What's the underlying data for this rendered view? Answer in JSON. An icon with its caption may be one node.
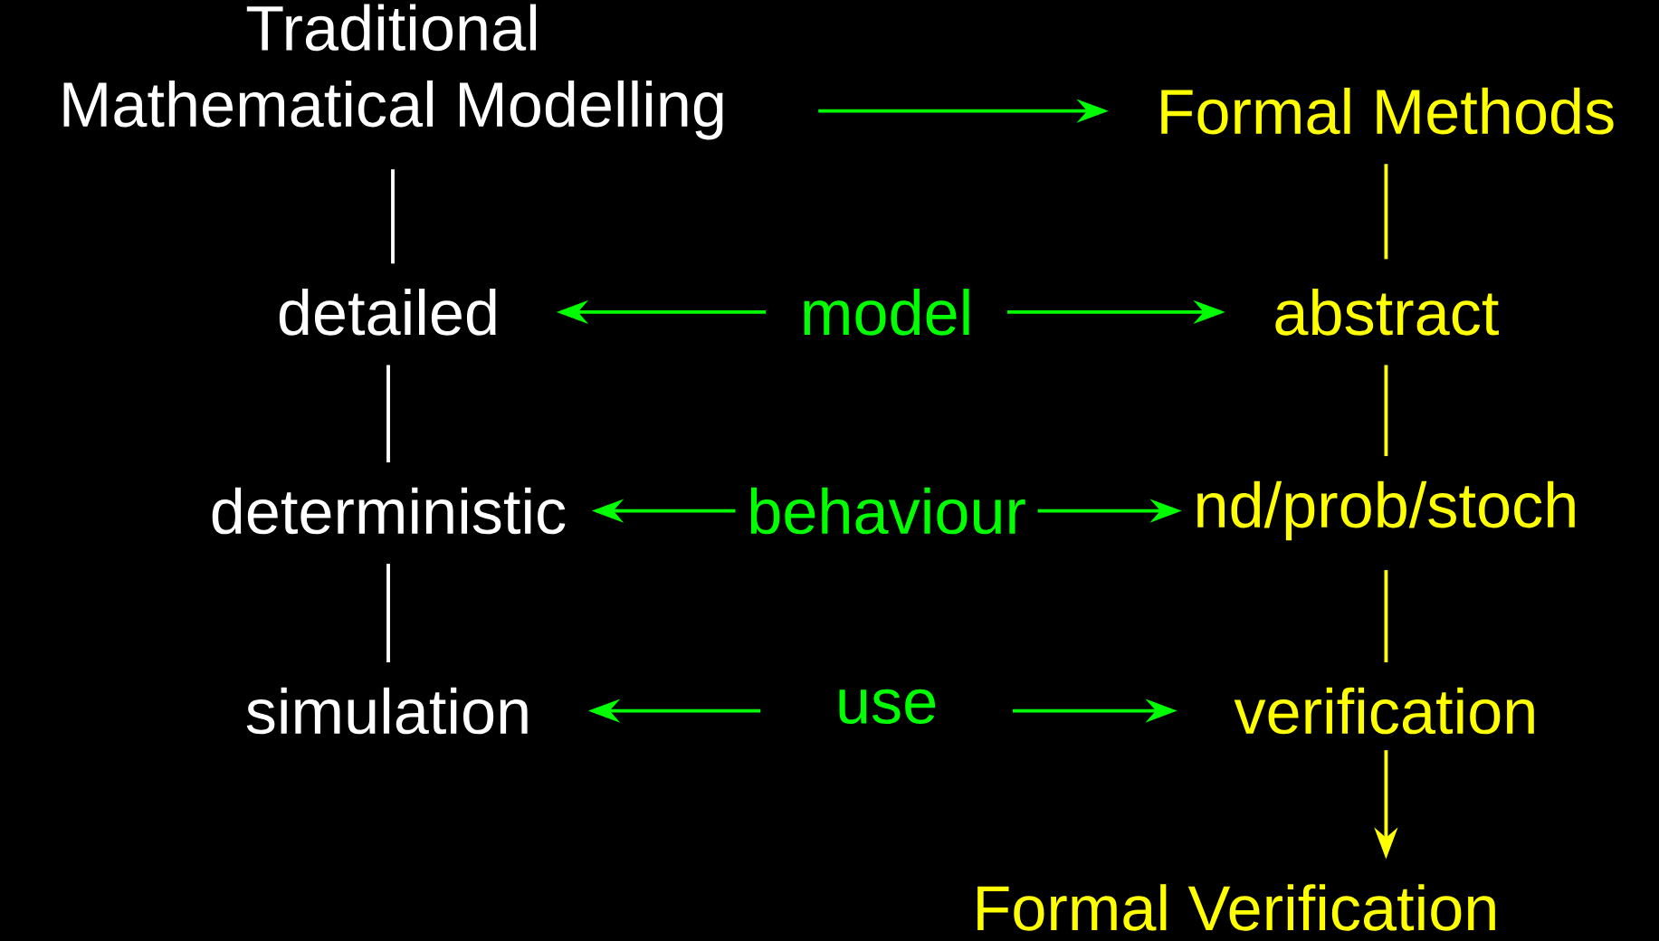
{
  "diagram": {
    "nodes": [
      {
        "text": [
          "Traditional Mathematical Modelling"
        ]
      },
      {
        "text": [
          "Formal Methods"
        ]
      },
      {
        "text": [
          "detailed"
        ]
      },
      {
        "text": [
          "model"
        ]
      },
      {
        "text": [
          "abstract"
        ]
      },
      {
        "text": [
          "deterministic"
        ]
      },
      {
        "text": [
          "behaviour"
        ]
      },
      {
        "text": [
          "nd/prob/stoch"
        ]
      },
      {
        "text": [
          "simulation"
        ]
      },
      {
        "text": [
          "use"
        ]
      },
      {
        "text": [
          "verification"
        ]
      },
      {
        "text": [
          "Formal Verification"
        ]
      }
    ],
    "edges": [
      {
        "from": 0,
        "to": 1,
        "arrow": "to"
      },
      {
        "from": 0,
        "to": 2,
        "arrow": "none",
        "color": "#ffffff"
      },
      {
        "from": 1,
        "to": 4,
        "arrow": "none",
        "color": "#ffff00"
      },
      {
        "from": 3,
        "to": 2,
        "arrow": "to"
      },
      {
        "from": 3,
        "to": 4,
        "arrow": "to"
      },
      {
        "from": 2,
        "to": 5,
        "arrow": "none",
        "color": "#ffffff"
      },
      {
        "from": 4,
        "to": 7,
        "arrow": "none",
        "color": "#ffff00"
      },
      {
        "from": 6,
        "to": 5,
        "arrow": "to"
      },
      {
        "from": 6,
        "to": 7,
        "arrow": "to"
      },
      {
        "from": 5,
        "to": 8,
        "arrow": "none",
        "color": "#ffffff"
      },
      {
        "from": 7,
        "to": 10,
        "arrow": "none",
        "color": "#ffff00"
      },
      {
        "from": 9,
        "to": 8,
        "arrow": "to"
      },
      {
        "from": 9,
        "to": 10,
        "arrow": "to"
      },
      {
        "from": 10,
        "to": 11,
        "arrow": "to",
        "color": "#ffff00"
      }
    ]
  }
}
